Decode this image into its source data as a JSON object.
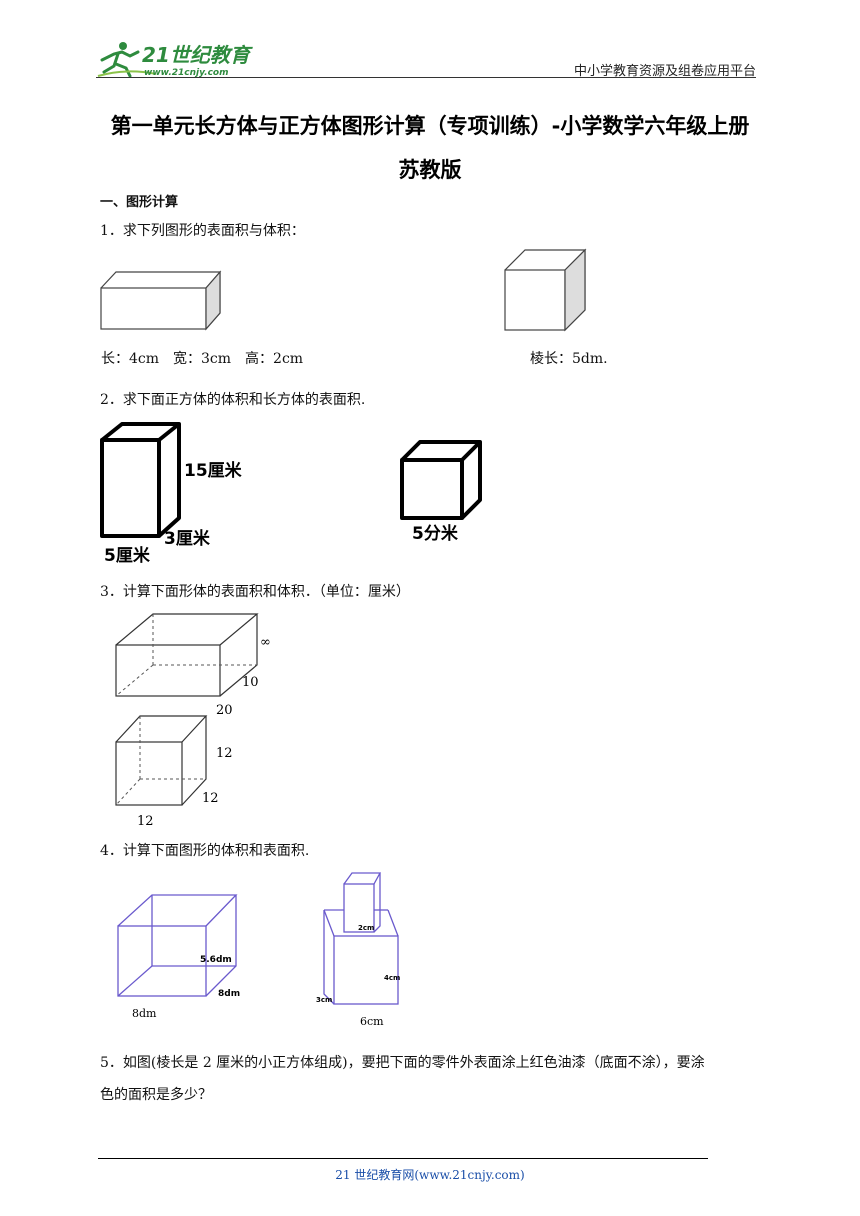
{
  "header": {
    "logo_text": "21世纪教育",
    "logo_url": "www.21cnjy.com",
    "platform": "中小学教育资源及组卷应用平台"
  },
  "title": {
    "line1": "第一单元长方体与正方体图形计算（专项训练）-小学数学六年级上册",
    "line2": "苏教版"
  },
  "section": "一、图形计算",
  "questions": [
    {
      "text": "1．求下列图形的表面积与体积：",
      "captions": [
        "长：4cm　宽：3cm　高：2cm",
        "棱长：5dm."
      ]
    },
    {
      "text": "2．求下面正方体的体积和长方体的表面积.",
      "labels": [
        "15厘米",
        "3厘米",
        "5厘米",
        "5分米"
      ]
    },
    {
      "text": "3．计算下面形体的表面积和体积．（单位：厘米）",
      "labels_box": [
        "∞",
        "10",
        "20"
      ],
      "labels_cube": [
        "12",
        "12",
        "12"
      ]
    },
    {
      "text": "4．计算下面图形的体积和表面积.",
      "labels_cube": [
        "5.6dm",
        "8dm",
        "8dm"
      ],
      "labels_stack": [
        "2cm",
        "4cm",
        "3cm",
        "6cm"
      ]
    },
    {
      "text_line1": "5．如图(棱长是 2 厘米的小正方体组成)，要把下面的零件外表面涂上红色油漆（底面不涂），要涂",
      "text_line2": "色的面积是多少？"
    }
  ],
  "footer": "21 世纪教育网(www.21cnjy.com)",
  "colors": {
    "logo_green": "#2e8b3e",
    "footer_blue": "#1a4ea8",
    "fig4_line": "#6a5acd"
  }
}
